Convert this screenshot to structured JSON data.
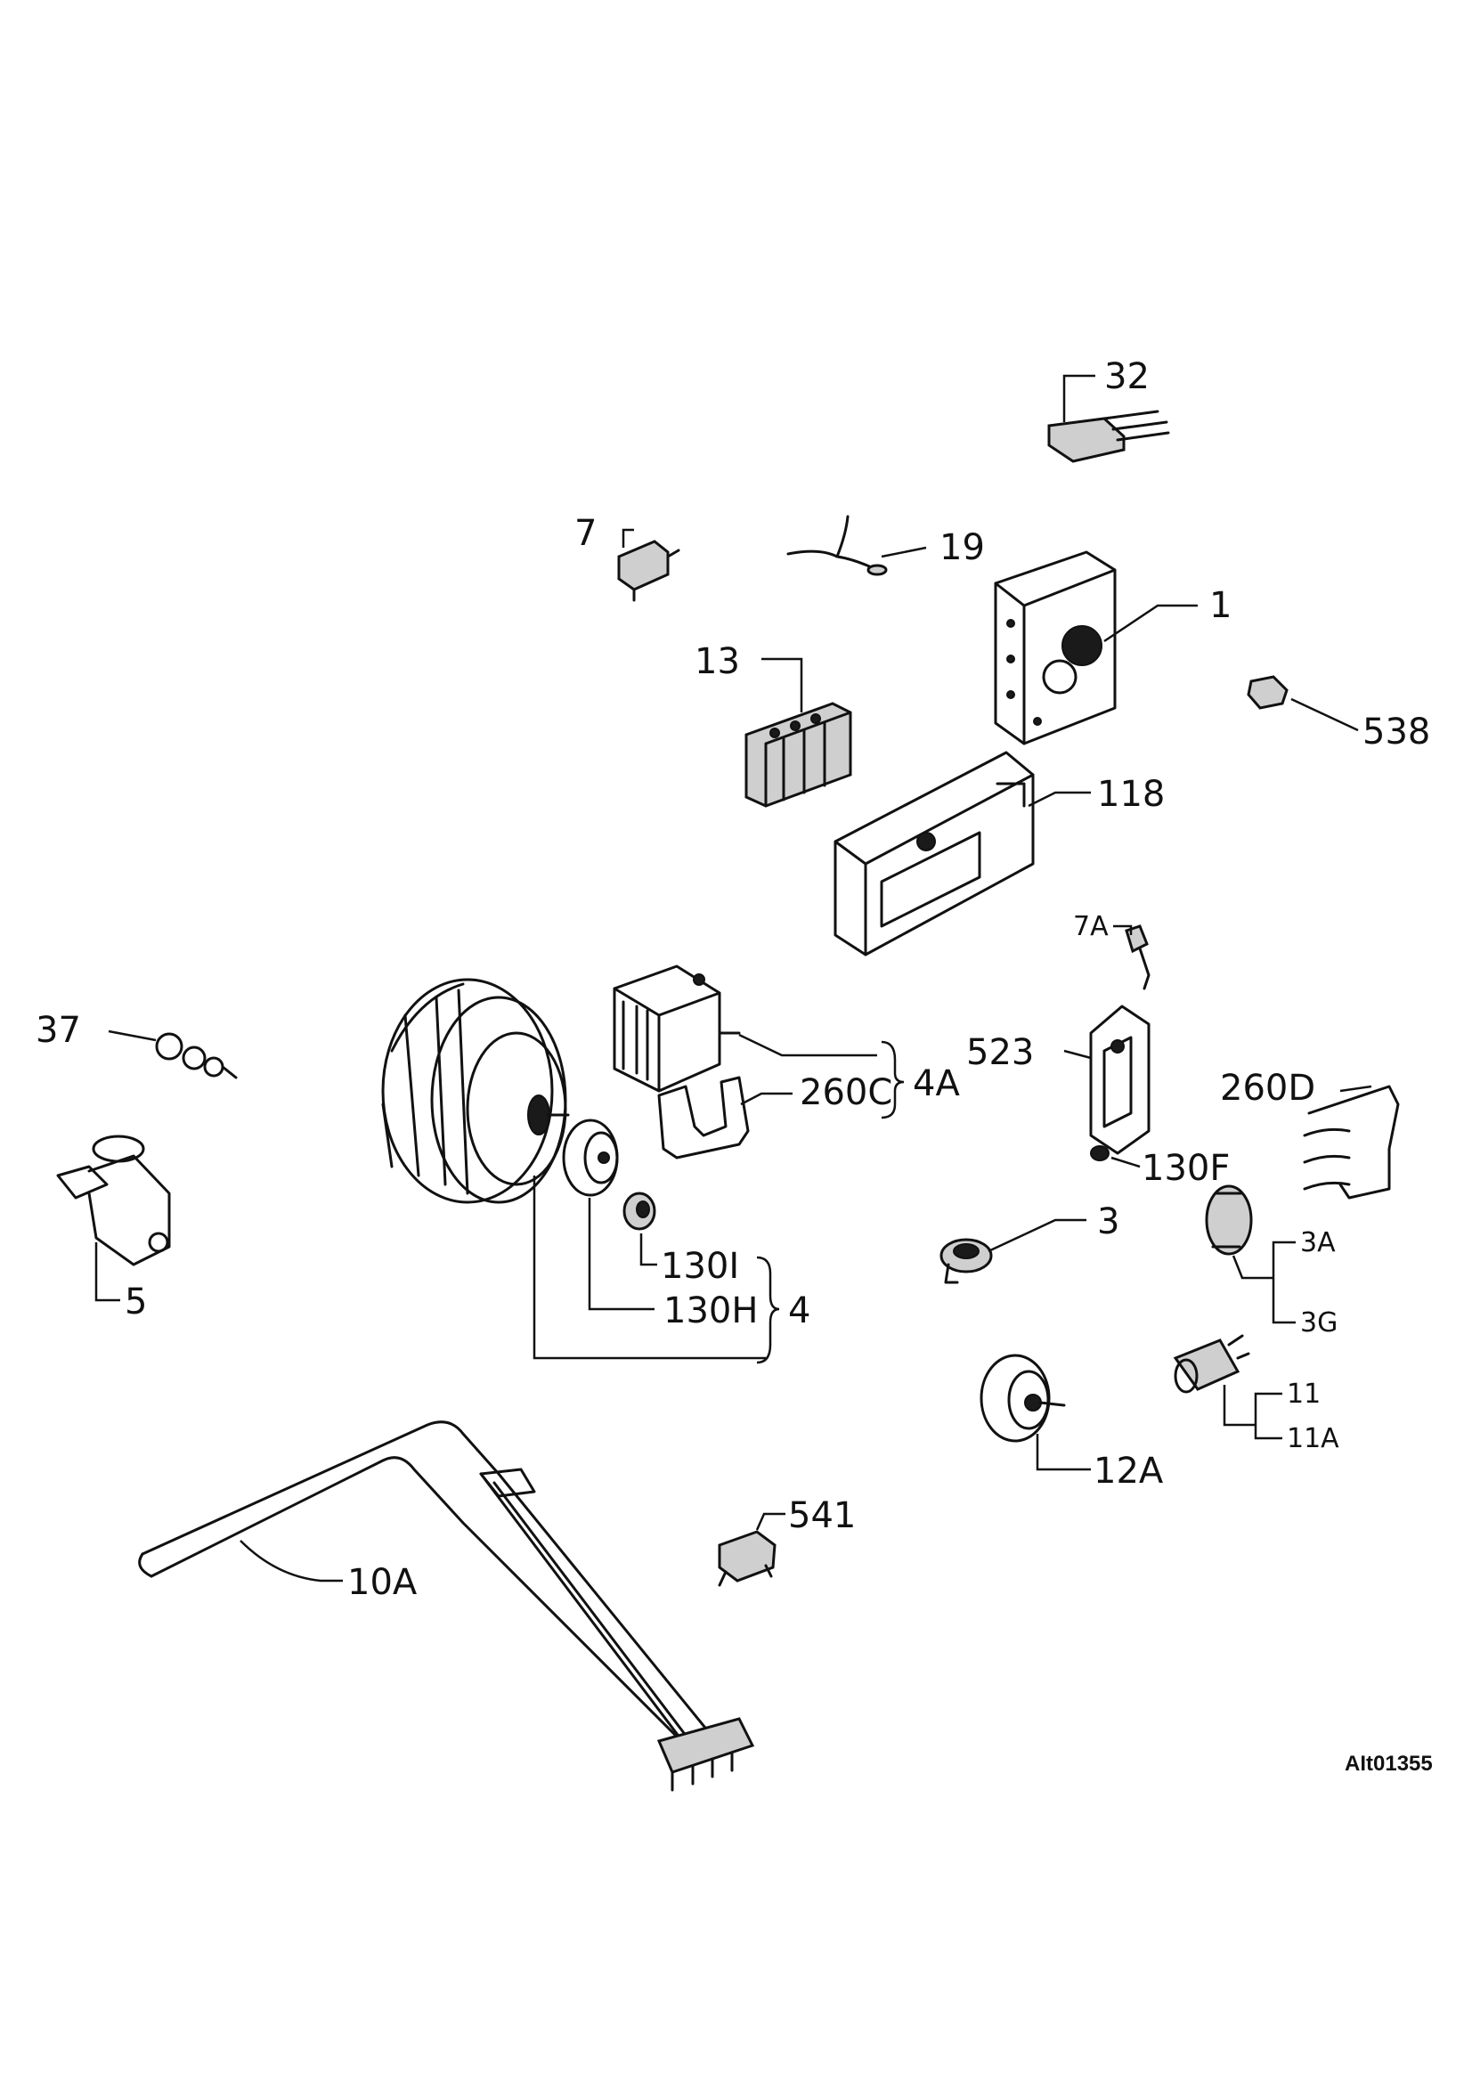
{
  "labels": {
    "p32": "32",
    "p7": "7",
    "p19": "19",
    "p1": "1",
    "p13": "13",
    "p538": "538",
    "p118": "118",
    "p7a": "7A",
    "p37": "37",
    "p523": "523",
    "p4a": "4A",
    "p260c": "260C",
    "p260d": "260D",
    "p130f": "130F",
    "p3": "3",
    "p3a": "3A",
    "p3g": "3G",
    "p5": "5",
    "p130i": "130I",
    "p130h": "130H",
    "p4": "4",
    "p11": "11",
    "p11a": "11A",
    "p12a": "12A",
    "p541": "541",
    "p10a": "10A"
  },
  "reference_code": "AIt01355"
}
